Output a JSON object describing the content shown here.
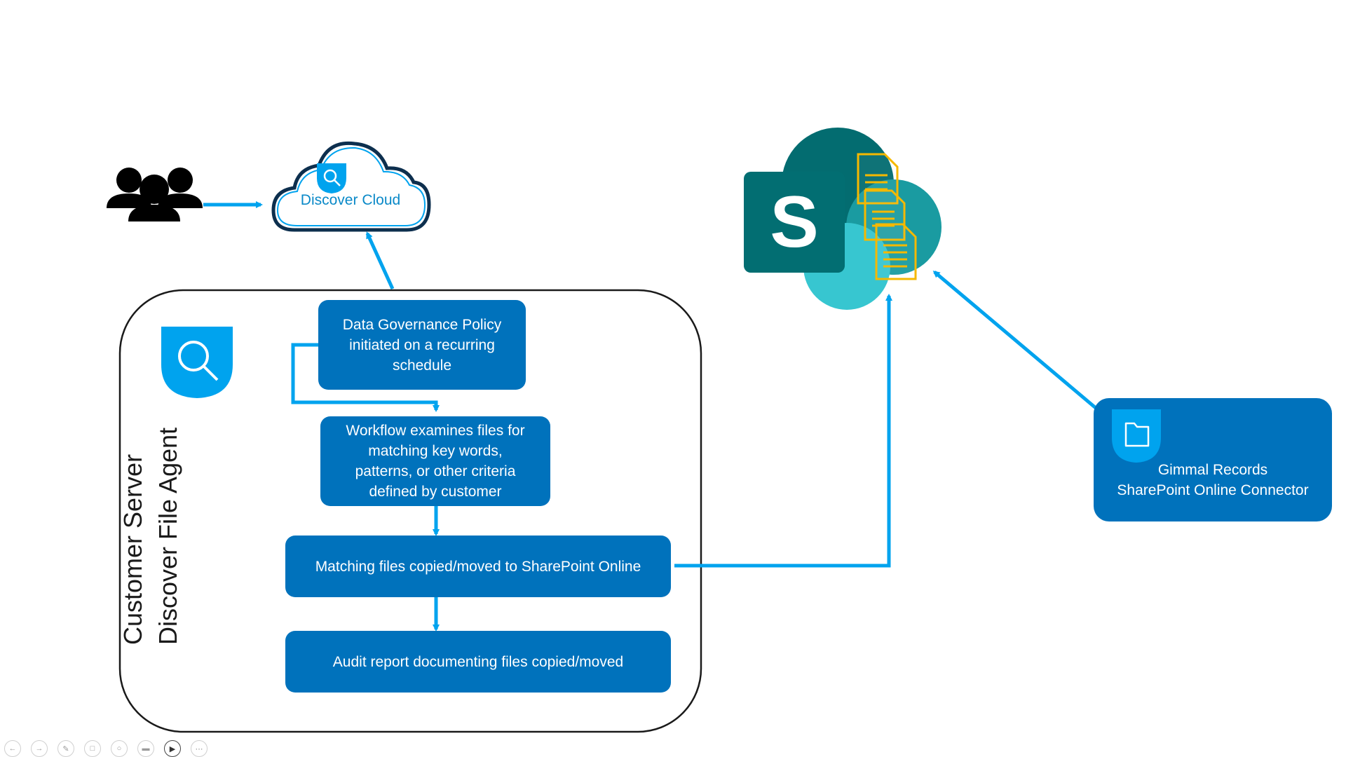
{
  "cloud": {
    "label": "Discover Cloud"
  },
  "agent": {
    "title": "Customer Server\nDiscover File Agent"
  },
  "steps": [
    {
      "text": "Data Governance Policy\ninitiated on a recurring\nschedule"
    },
    {
      "text": "Workflow examines files for\nmatching key words,\npatterns, or other criteria\ndefined by customer"
    },
    {
      "text": "Matching files copied/moved to SharePoint Online"
    },
    {
      "text": "Audit report  documenting files copied/moved"
    }
  ],
  "sharepoint": {
    "letter": "S"
  },
  "connector": {
    "label": "Gimmal Records\nSharePoint Online Connector"
  },
  "colors": {
    "accent": "#00a3ee",
    "box": "#0072bc",
    "sp_dark": "#036c70",
    "sp_mid": "#1a9ba1",
    "sp_light": "#37c6d0",
    "doc_outline": "#f5b800"
  },
  "toolbar": {
    "icons": [
      "back-icon",
      "forward-icon",
      "pen-icon",
      "slides-icon",
      "zoom-icon",
      "subtitles-icon",
      "camera-icon",
      "more-icon"
    ]
  }
}
